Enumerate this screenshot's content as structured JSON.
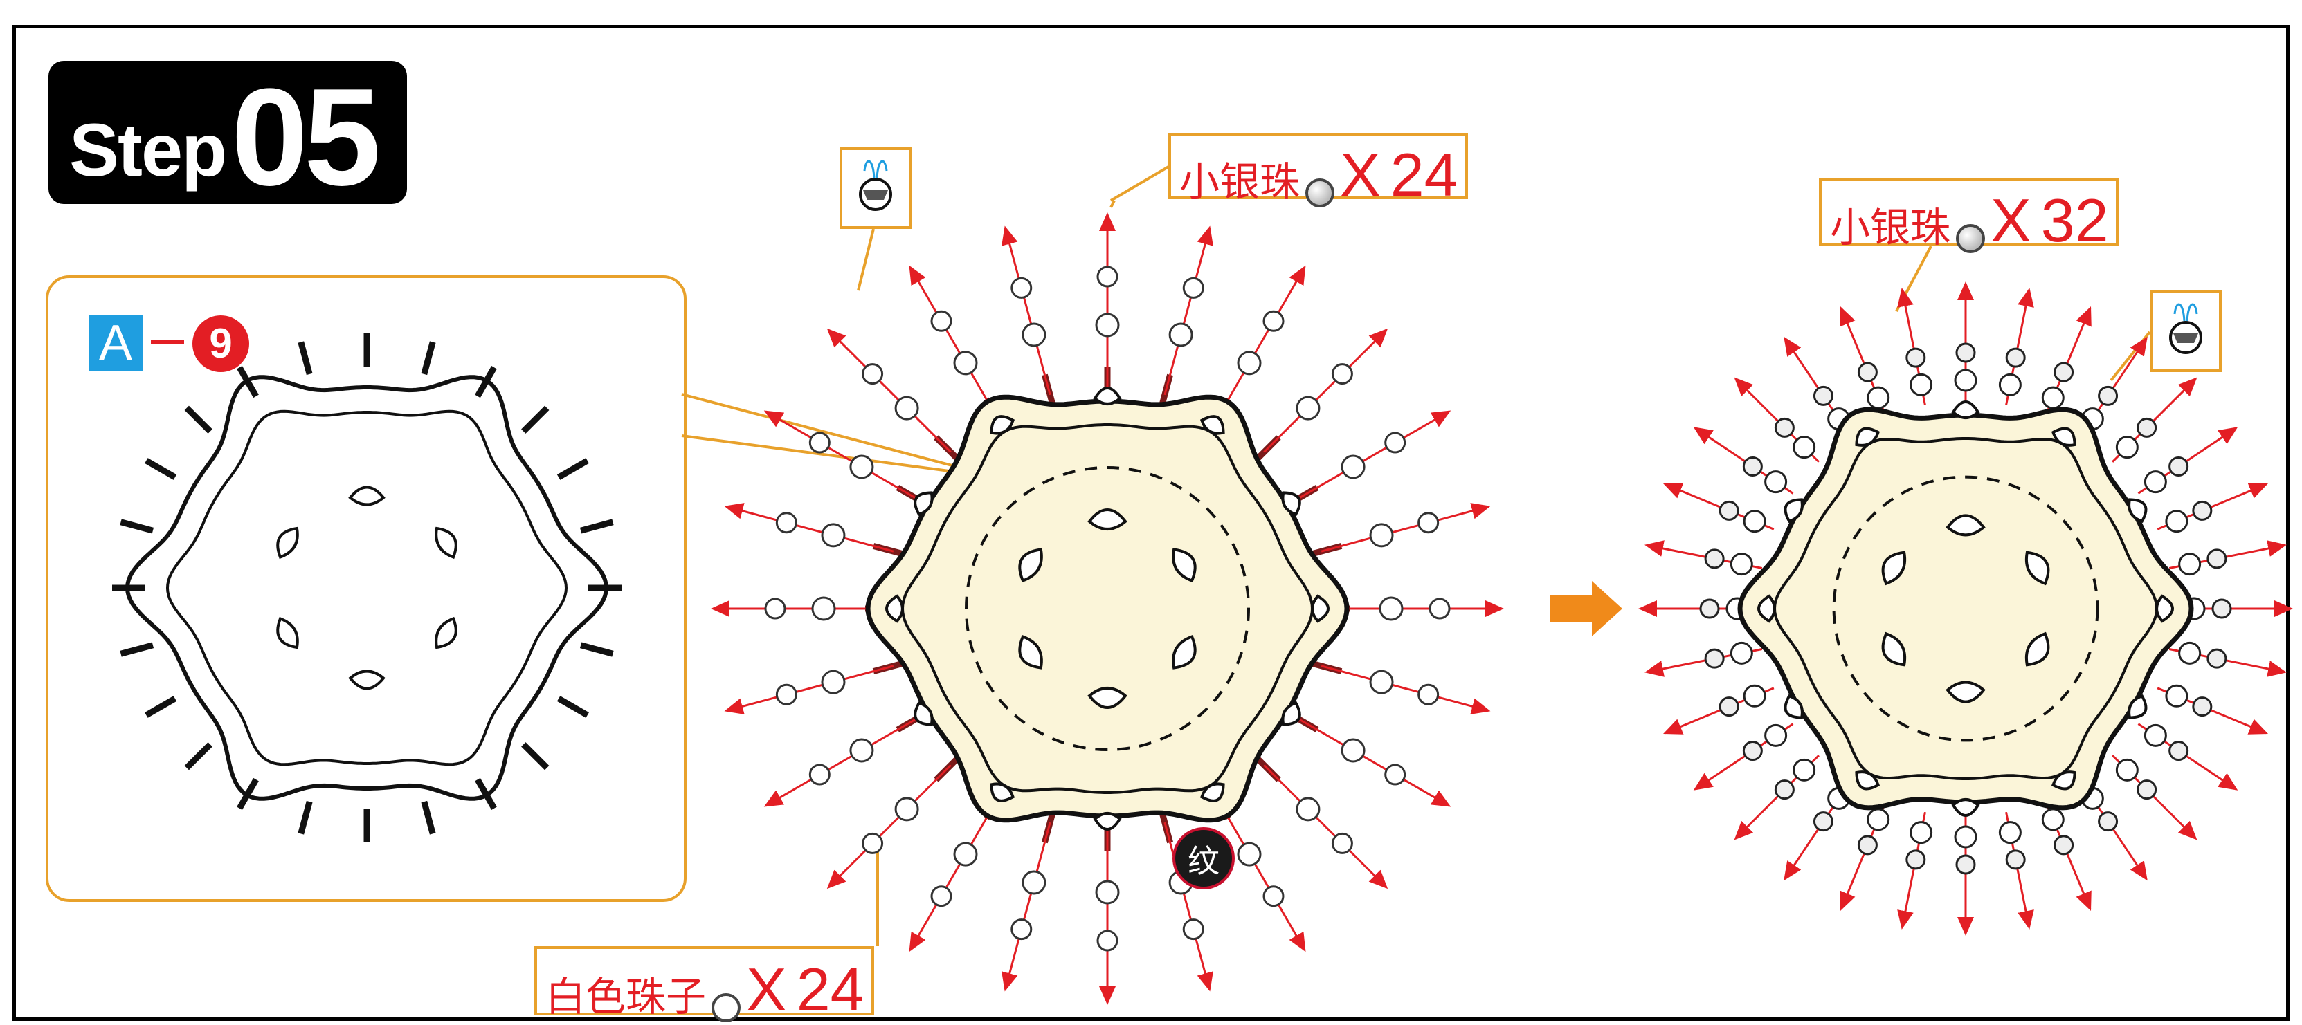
{
  "step": {
    "word": "Step",
    "number": "05"
  },
  "part_ref": {
    "letter": "A",
    "number": "9"
  },
  "callouts": {
    "top_small_silver": {
      "name": "小银珠",
      "times": "X",
      "qty": "24"
    },
    "right_small_silver": {
      "name": "小银珠",
      "times": "X",
      "qty": "32"
    },
    "bottom_white": {
      "name": "白色珠子",
      "times": "X",
      "qty": "24"
    }
  },
  "stamp_char": "纹",
  "colors": {
    "accent_orange": "#e8a12b",
    "label_red": "#e31e24",
    "part_blue": "#1f9ee0",
    "disc_fill": "#fbf5d9",
    "arrow_orange": "#f08a1a"
  },
  "icons": [
    "bead-insert-icon",
    "right-arrow-icon",
    "silver-bead-icon",
    "white-bead-icon"
  ]
}
